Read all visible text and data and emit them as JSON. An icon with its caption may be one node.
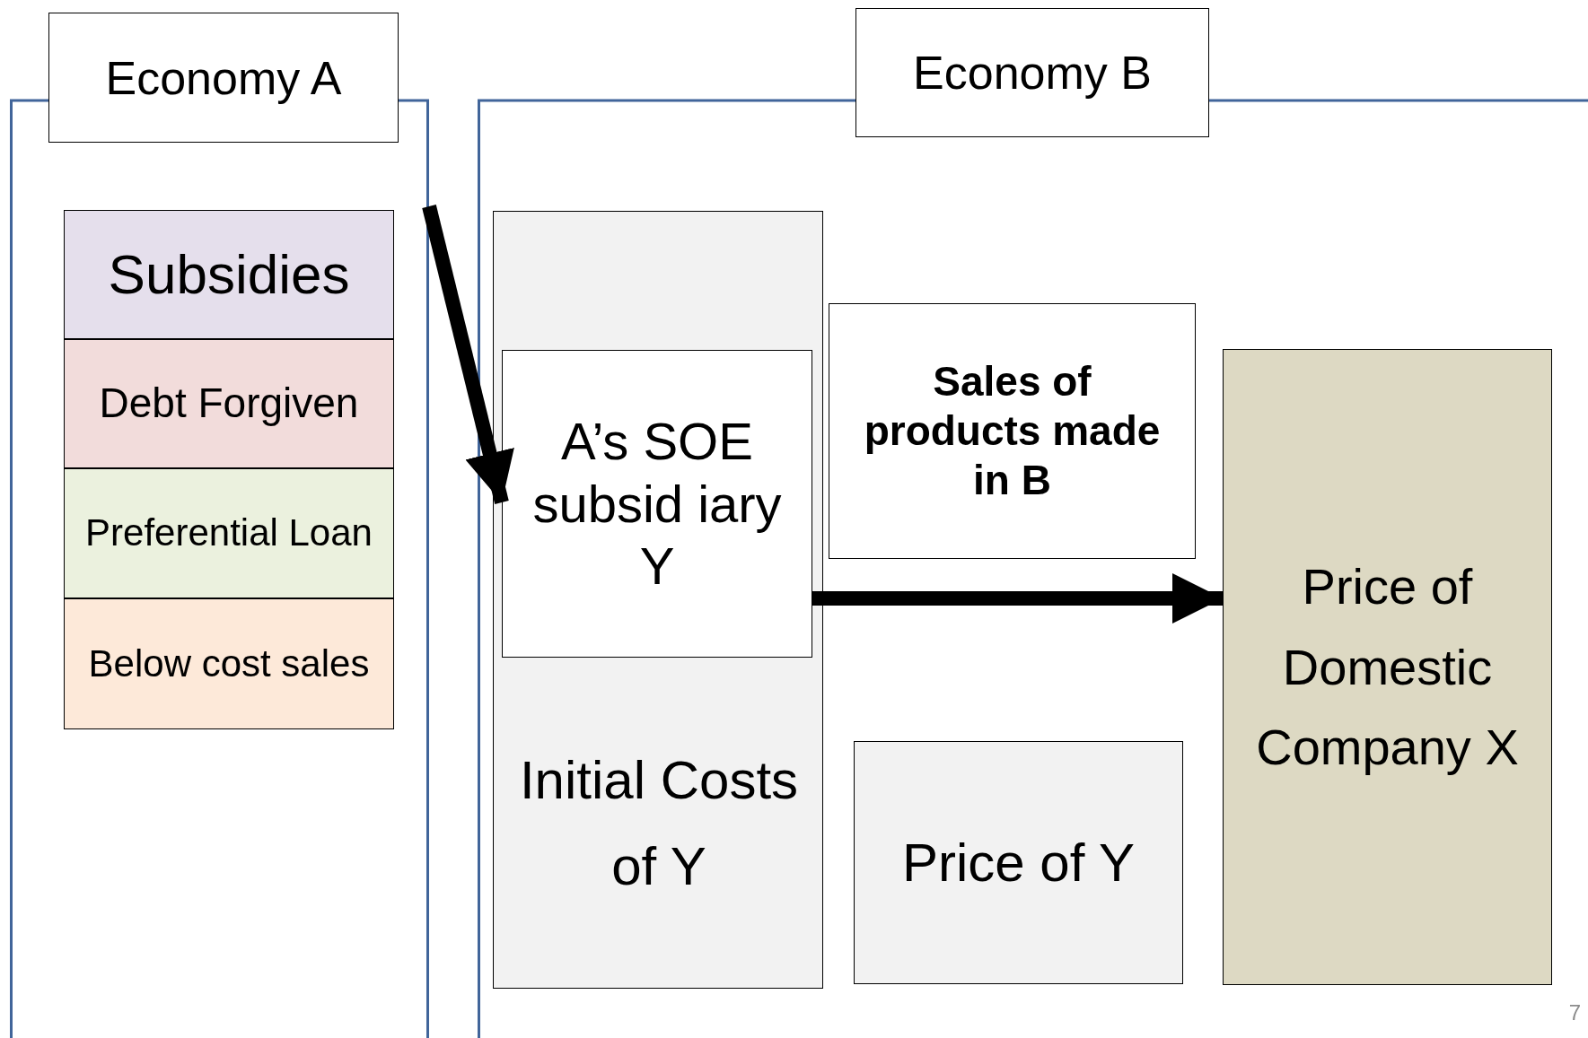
{
  "diagram": {
    "nodes": [
      {
        "text": [
          "Economy A"
        ]
      },
      {
        "text": [
          "Subsidies"
        ],
        "in": 0
      },
      {
        "text": [
          "Debt Forgiven"
        ],
        "in": 0
      },
      {
        "text": [
          "Preferential Loan"
        ],
        "in": 0
      },
      {
        "text": [
          "Below cost sales"
        ],
        "in": 0
      },
      {
        "text": [
          "Economy B"
        ]
      },
      {
        "text": [
          "Initial Costs of Y"
        ],
        "in": 5
      },
      {
        "text": [
          "A’s SOE subsid iary Y"
        ],
        "in": 6
      },
      {
        "text": [
          "Sales of products made in B"
        ],
        "in": 5
      },
      {
        "text": [
          "Price of Y"
        ],
        "in": 5
      },
      {
        "text": [
          "Price of Domestic Company X"
        ],
        "in": 5
      }
    ],
    "edges": [
      {
        "from": 0,
        "to": 7,
        "arrow": "to"
      },
      {
        "from": 7,
        "to": 10,
        "arrow": "to"
      }
    ],
    "labels": [
      "7"
    ]
  }
}
